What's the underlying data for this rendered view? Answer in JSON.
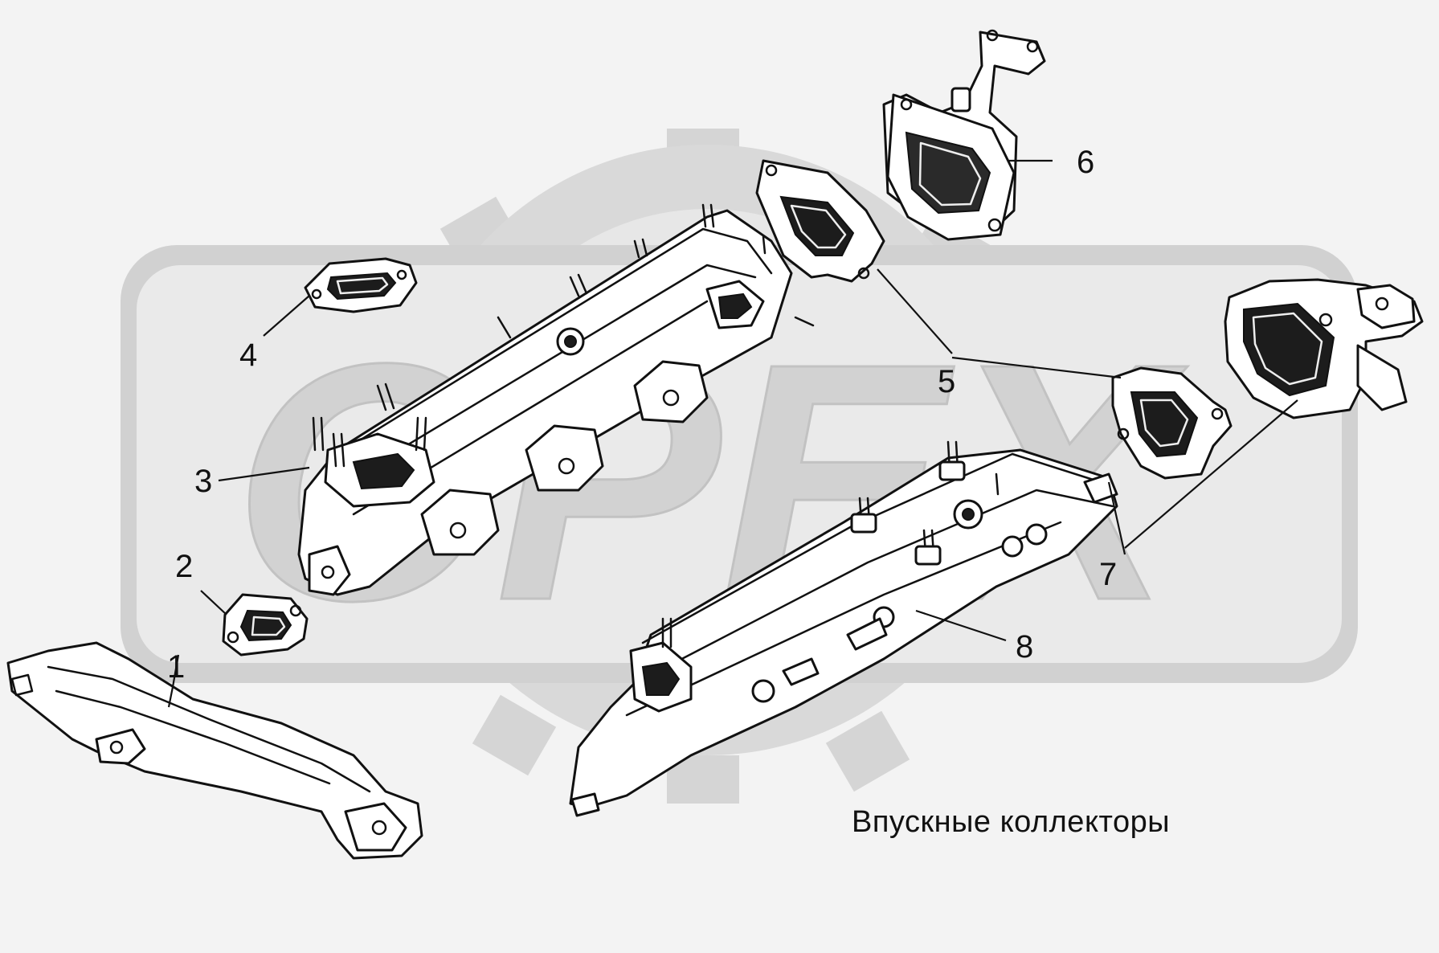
{
  "caption": "Впускные коллекторы",
  "watermark_text": "OPEX",
  "colors": {
    "background": "#f3f3f3",
    "watermark": "#cfcfcf",
    "line": "#111111"
  },
  "callouts": [
    {
      "id": "1",
      "label": "1"
    },
    {
      "id": "2",
      "label": "2"
    },
    {
      "id": "3",
      "label": "3"
    },
    {
      "id": "4",
      "label": "4"
    },
    {
      "id": "5",
      "label": "5"
    },
    {
      "id": "6",
      "label": "6"
    },
    {
      "id": "7",
      "label": "7"
    },
    {
      "id": "8",
      "label": "8"
    }
  ]
}
